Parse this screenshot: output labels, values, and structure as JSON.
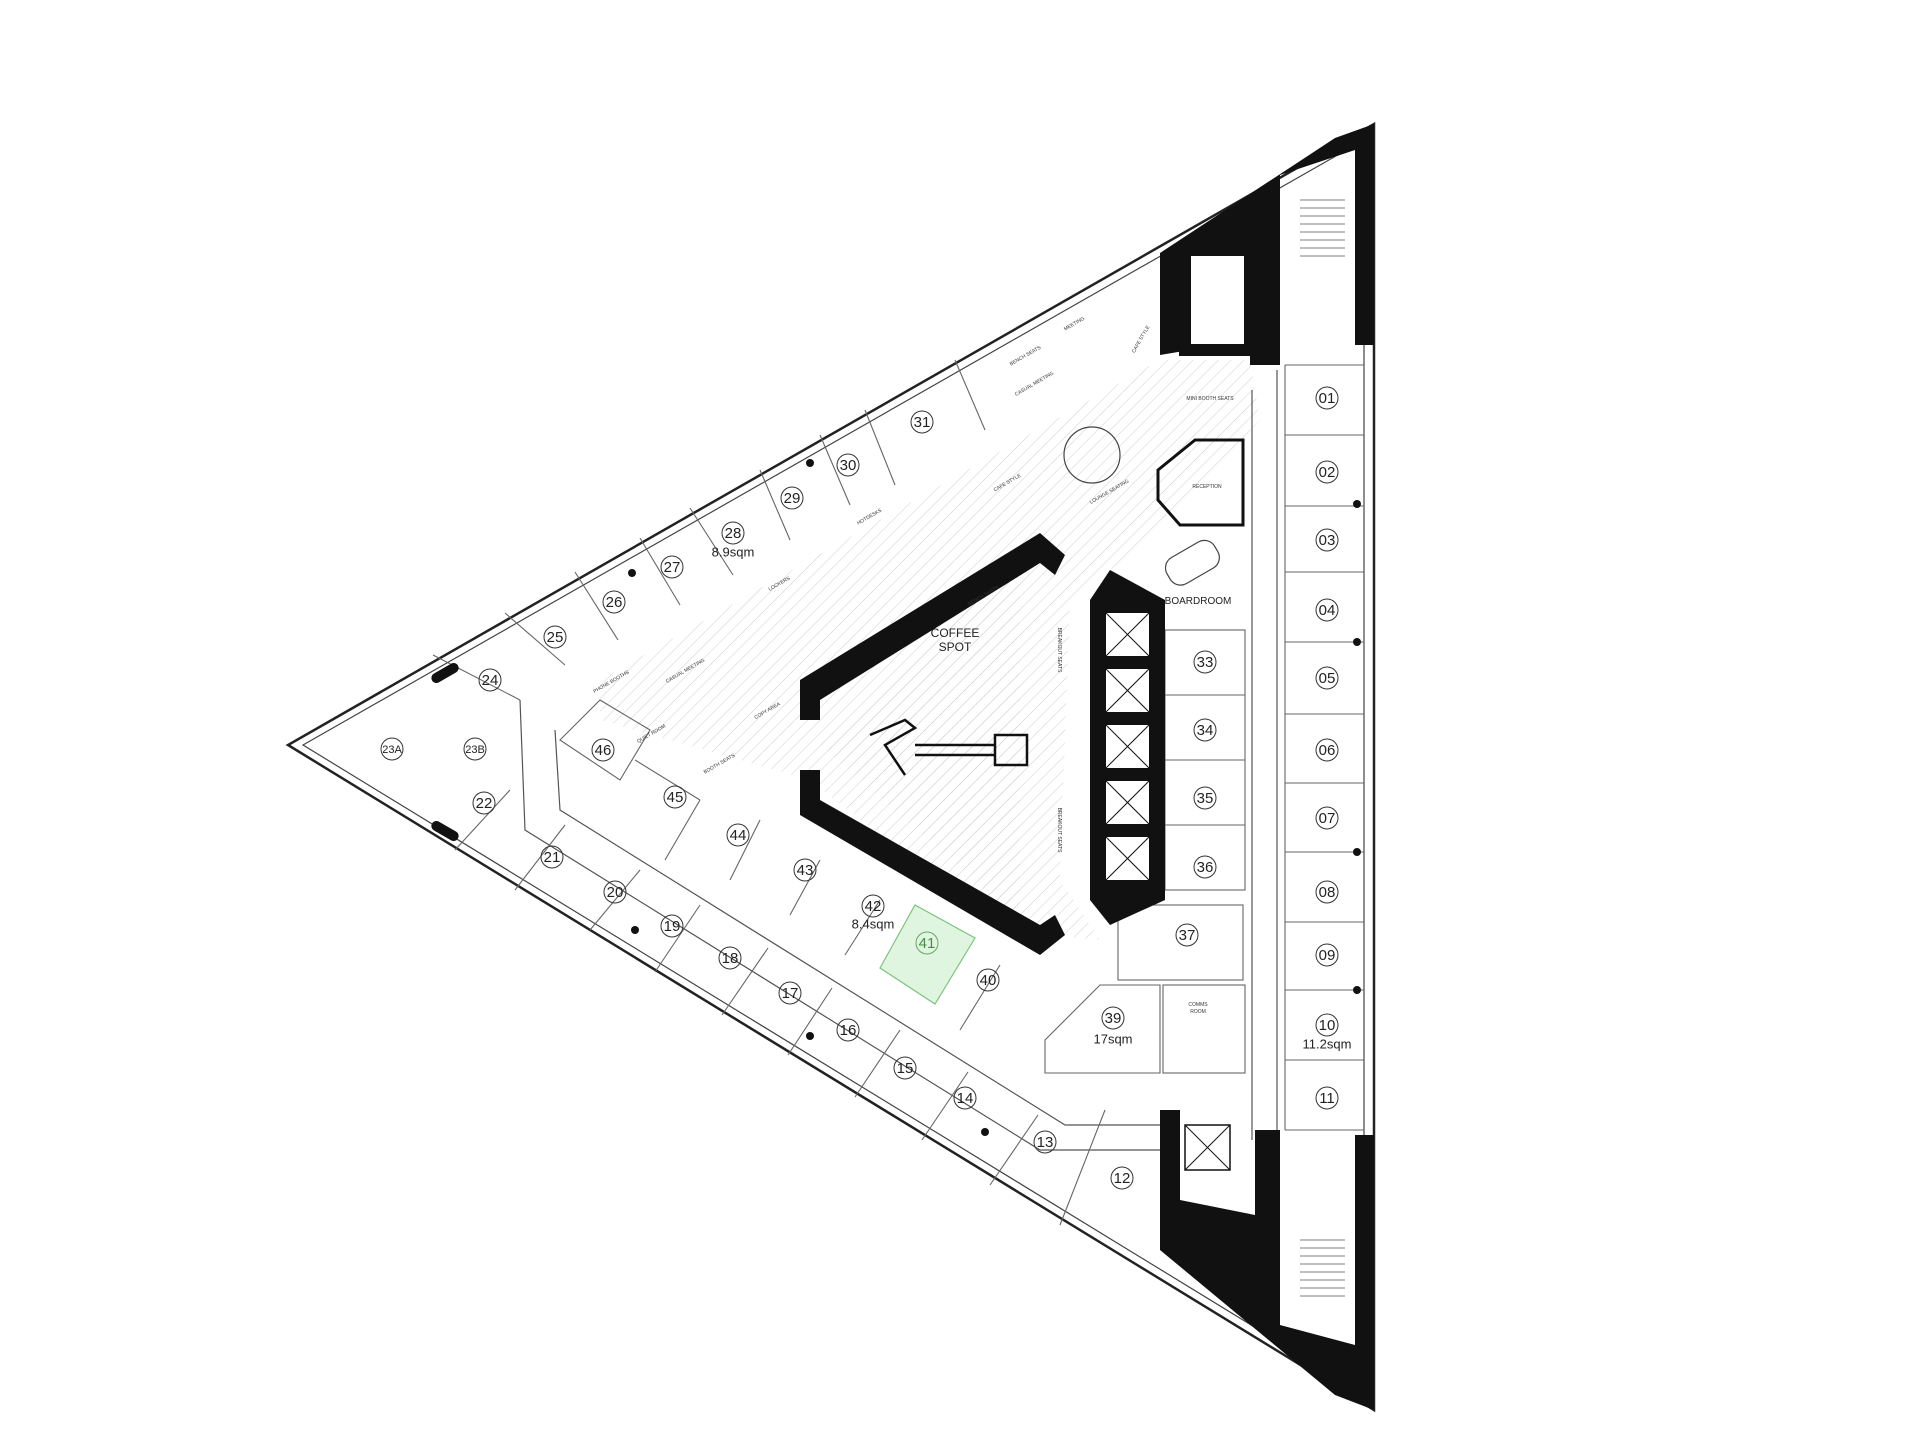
{
  "rooms": [
    {
      "id": "01",
      "label": "01"
    },
    {
      "id": "02",
      "label": "02"
    },
    {
      "id": "03",
      "label": "03"
    },
    {
      "id": "04",
      "label": "04"
    },
    {
      "id": "05",
      "label": "05"
    },
    {
      "id": "06",
      "label": "06"
    },
    {
      "id": "07",
      "label": "07"
    },
    {
      "id": "08",
      "label": "08"
    },
    {
      "id": "09",
      "label": "09"
    },
    {
      "id": "10",
      "label": "10",
      "area": "11.2sqm"
    },
    {
      "id": "11",
      "label": "11"
    },
    {
      "id": "12",
      "label": "12"
    },
    {
      "id": "13",
      "label": "13"
    },
    {
      "id": "14",
      "label": "14"
    },
    {
      "id": "15",
      "label": "15"
    },
    {
      "id": "16",
      "label": "16"
    },
    {
      "id": "17",
      "label": "17"
    },
    {
      "id": "18",
      "label": "18"
    },
    {
      "id": "19",
      "label": "19"
    },
    {
      "id": "20",
      "label": "20"
    },
    {
      "id": "21",
      "label": "21"
    },
    {
      "id": "22",
      "label": "22"
    },
    {
      "id": "23A",
      "label": "23A"
    },
    {
      "id": "23B",
      "label": "23B"
    },
    {
      "id": "24",
      "label": "24"
    },
    {
      "id": "25",
      "label": "25"
    },
    {
      "id": "26",
      "label": "26"
    },
    {
      "id": "27",
      "label": "27"
    },
    {
      "id": "28",
      "label": "28",
      "area": "8.9sqm"
    },
    {
      "id": "29",
      "label": "29"
    },
    {
      "id": "30",
      "label": "30"
    },
    {
      "id": "31",
      "label": "31"
    },
    {
      "id": "33",
      "label": "33"
    },
    {
      "id": "34",
      "label": "34"
    },
    {
      "id": "35",
      "label": "35"
    },
    {
      "id": "36",
      "label": "36"
    },
    {
      "id": "37",
      "label": "37"
    },
    {
      "id": "39",
      "label": "39",
      "area": "17sqm"
    },
    {
      "id": "40",
      "label": "40"
    },
    {
      "id": "41",
      "label": "41",
      "highlight": "#dff5df"
    },
    {
      "id": "42",
      "label": "42",
      "area": "8.4sqm"
    },
    {
      "id": "43",
      "label": "43"
    },
    {
      "id": "44",
      "label": "44"
    },
    {
      "id": "45",
      "label": "45"
    },
    {
      "id": "46",
      "label": "46"
    }
  ],
  "spaces": {
    "coffee_spot": [
      "COFFEE",
      "SPOT"
    ],
    "boardroom": "BOARDROOM",
    "reception": "RECEPTION",
    "comms_room": [
      "COMMS",
      "ROOM"
    ]
  },
  "furniture_labels": {
    "casual_meeting_left": "CASUAL MEETING",
    "casual_meeting_top": "CASUAL MEETING",
    "lounge_seating": "LOUNGE SEATING",
    "cafe_style_left": "CAFE STYLE",
    "cafe_style_top": "CAFE STYLE",
    "bench_seats_top": "BENCH SEATS",
    "bench_seats_center": "BENCH SEATS",
    "booth_seats": "BOOTH SEATS",
    "hotdesks": "HOTDESKS",
    "quiet_room": "QUIET ROOM",
    "phone_booths": "PHONE BOOTHS",
    "copy_area": "COPY AREA",
    "lockers": "LOCKERS",
    "meeting": "MEETING",
    "mini_booth_seats": "MINI BOOTH SEATS",
    "breakout_seats_1": "BREAKOUT SEATS",
    "breakout_seats_2": "BREAKOUT SEATS"
  },
  "colors": {
    "wall": "#111111",
    "highlight": "#dff5df",
    "line": "#444444"
  }
}
